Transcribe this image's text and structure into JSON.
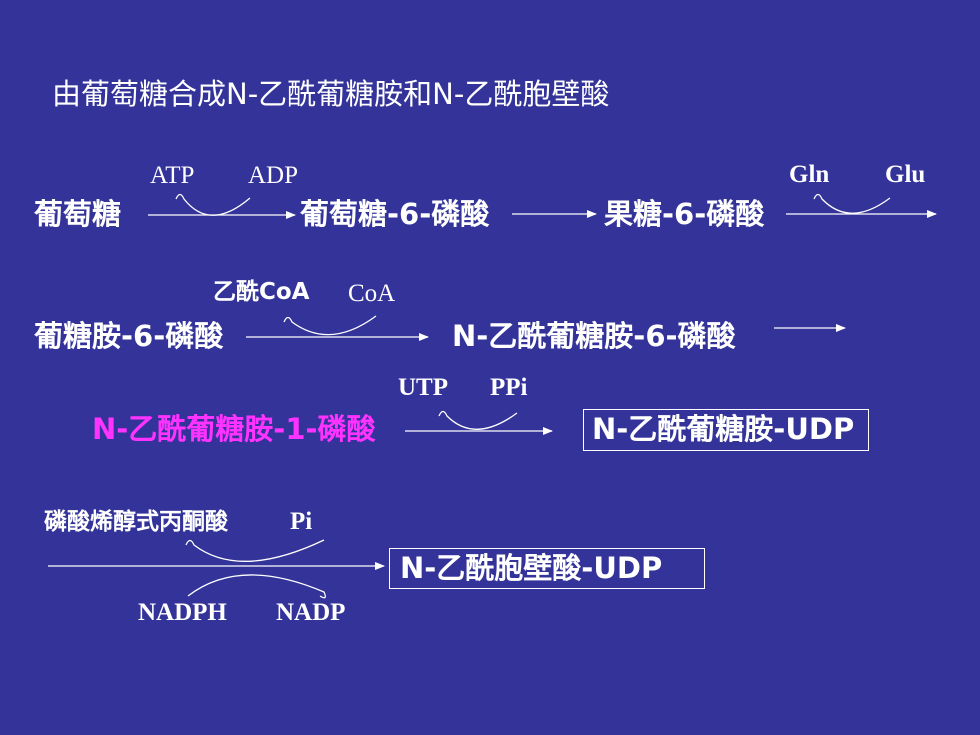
{
  "title": "由葡萄糖合成N-乙酰葡糖胺和N-乙酰胞壁酸",
  "row1": {
    "glucose": "葡萄糖",
    "atp": "ATP",
    "adp": "ADP",
    "g6p": "葡萄糖-6-磷酸",
    "f6p": "果糖-6-磷酸",
    "gln": "Gln",
    "glu": "Glu"
  },
  "row2": {
    "gln6p": "葡糖胺-6-磷酸",
    "acetylcoa": "乙酰CoA",
    "coa": "CoA",
    "glcnac6p": "N-乙酰葡糖胺-6-磷酸"
  },
  "row3": {
    "glcnac1p": "N-乙酰葡糖胺-1-磷酸",
    "utp": "UTP",
    "ppi": "PPi",
    "udpglcnac": "N-乙酰葡糖胺-UDP"
  },
  "row4": {
    "pep": "磷酸烯醇式丙酮酸",
    "pi": "Pi",
    "udpmurnac": "N-乙酰胞壁酸-UDP",
    "nadph": "NADPH",
    "nadp": "NADP"
  },
  "colors": {
    "background": "#333399",
    "text": "#ffffff",
    "highlight": "#ff33ff"
  }
}
